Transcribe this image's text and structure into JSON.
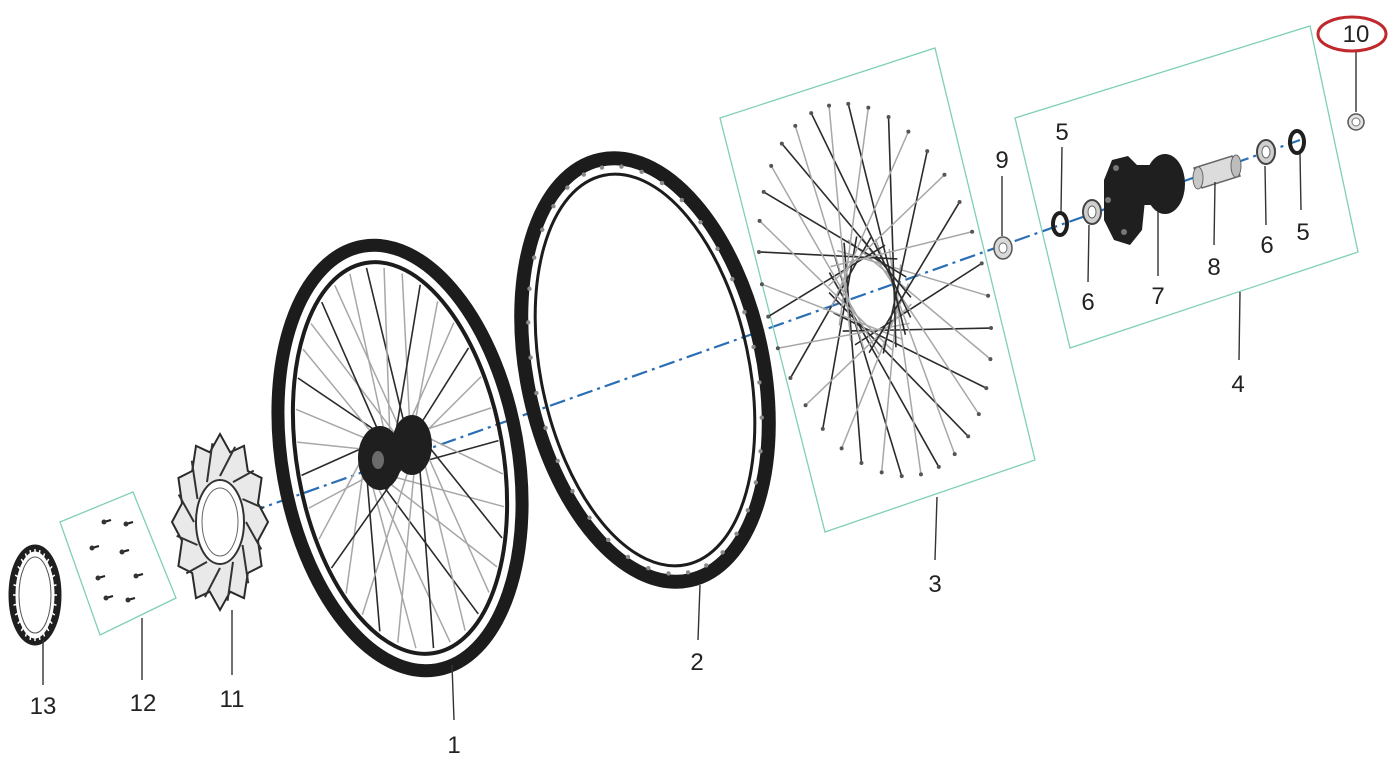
{
  "figure": {
    "callouts": {
      "c1": "1",
      "c2": "2",
      "c3": "3",
      "c4": "4",
      "c5a": "5",
      "c5b": "5",
      "c6a": "6",
      "c6b": "6",
      "c7": "7",
      "c8": "8",
      "c9": "9",
      "c10": "10",
      "c11": "11",
      "c12": "12",
      "c13": "13"
    },
    "highlight_color": "#c0282d",
    "group_box_color": "#7fcfb6",
    "axis_color": "#2a6fb5"
  }
}
